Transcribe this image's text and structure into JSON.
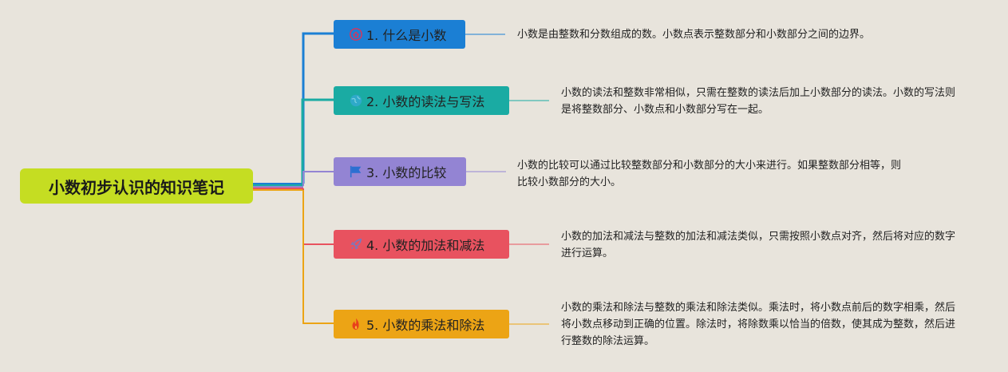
{
  "root": {
    "title": "小数初步认识的知识笔记"
  },
  "topics": [
    {
      "label": "1. 什么是小数",
      "icon": "house-icon",
      "color": "#1b7fd4",
      "note": "小数是由整数和分数组成的数。小数点表示整数部分和小数部分之间的边界。"
    },
    {
      "label": "2. 小数的读法与写法",
      "icon": "globe-icon",
      "color": "#1aaba3",
      "note": "小数的读法和整数非常相似，只需在整数的读法后加上小数部分的读法。小数的写法则是将整数部分、小数点和小数部分写在一起。"
    },
    {
      "label": "3. 小数的比较",
      "icon": "flag-icon",
      "color": "#9384d3",
      "note": "小数的比较可以通过比较整数部分和小数部分的大小来进行。如果整数部分相等，则比较小数部分的大小。"
    },
    {
      "label": "4. 小数的加法和减法",
      "icon": "rocket-icon",
      "color": "#e8525f",
      "note": "小数的加法和减法与整数的加法和减法类似，只需按照小数点对齐，然后将对应的数字进行运算。"
    },
    {
      "label": "5. 小数的乘法和除法",
      "icon": "fire-icon",
      "color": "#eca415",
      "note": "小数的乘法和除法与整数的乘法和除法类似。乘法时，将小数点前后的数字相乘，然后将小数点移动到正确的位置。除法时，将除数乘以恰当的倍数，使其成为整数，然后进行整数的除法运算。"
    }
  ]
}
